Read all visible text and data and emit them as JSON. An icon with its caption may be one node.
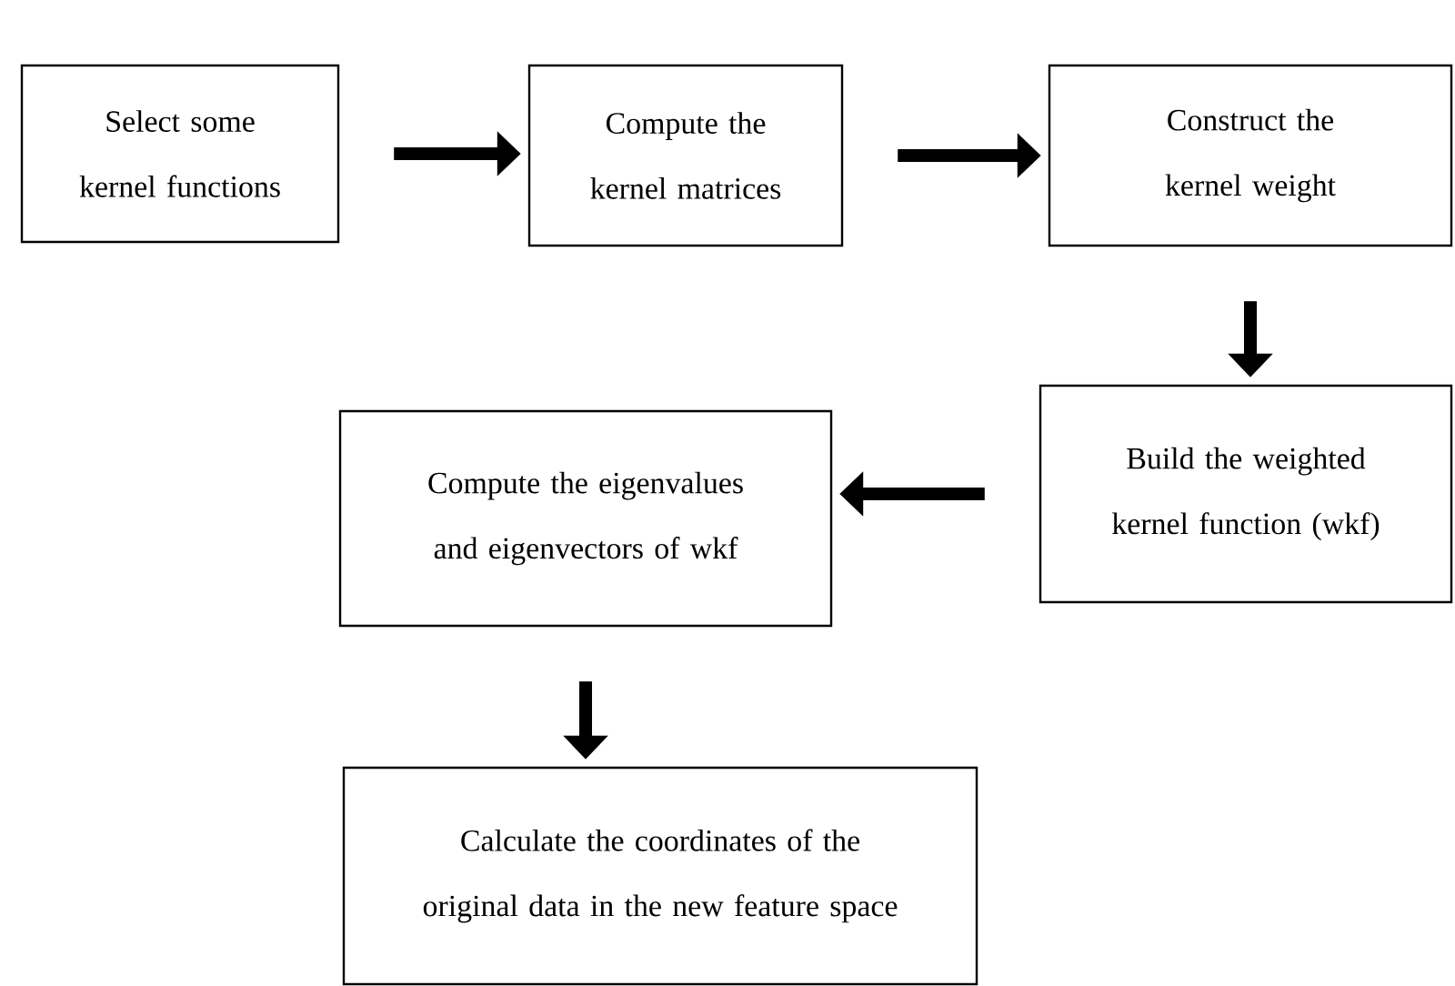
{
  "diagram": {
    "nodes": [
      {
        "text": [
          "Select some kernel functions"
        ]
      },
      {
        "text": [
          "Compute the kernel matrices"
        ]
      },
      {
        "text": [
          "Construct the kernel weight"
        ]
      },
      {
        "text": [
          "Build the weighted kernel function (wkf)"
        ]
      },
      {
        "text": [
          "Compute the eigenvalues and eigenvectors of wkf"
        ]
      },
      {
        "text": [
          "Calculate the coordinates of the original data in the new feature space"
        ]
      }
    ],
    "edges": [
      {
        "from": 0,
        "to": 1,
        "arrow": "to"
      },
      {
        "from": 1,
        "to": 2,
        "arrow": "to"
      },
      {
        "from": 2,
        "to": 3,
        "arrow": "to"
      },
      {
        "from": 3,
        "to": 4,
        "arrow": "to"
      },
      {
        "from": 4,
        "to": 5,
        "arrow": "to"
      }
    ]
  }
}
